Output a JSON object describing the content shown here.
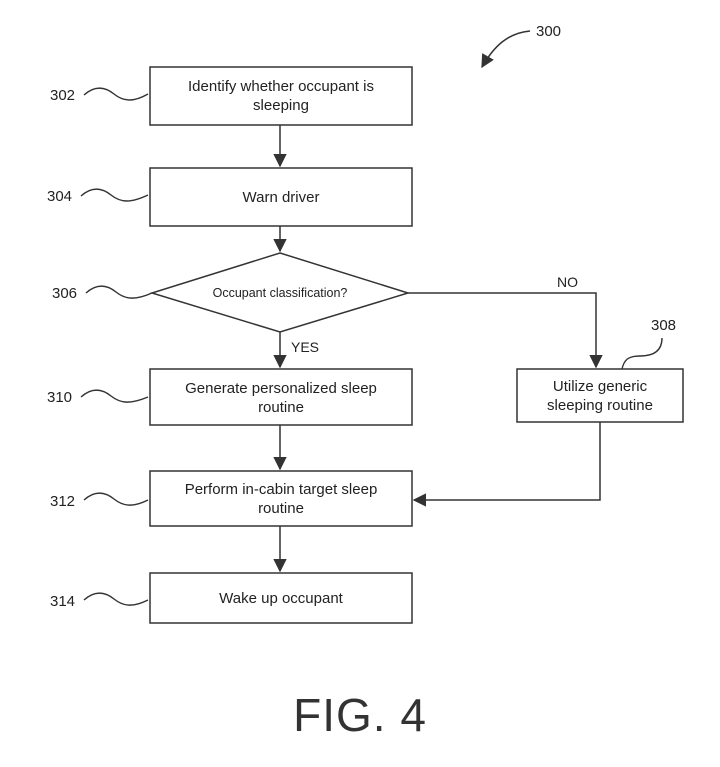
{
  "figure": {
    "reference": "300",
    "label": "FIG. 4"
  },
  "nodes": [
    {
      "id": "302",
      "ref": "302",
      "lines": [
        "Identify whether occupant is",
        "sleeping"
      ]
    },
    {
      "id": "304",
      "ref": "304",
      "lines": [
        "Warn driver"
      ]
    },
    {
      "id": "306",
      "ref": "306",
      "lines": [
        "Occupant classification?"
      ]
    },
    {
      "id": "308",
      "ref": "308",
      "lines": [
        "Utilize generic",
        "sleeping routine"
      ]
    },
    {
      "id": "310",
      "ref": "310",
      "lines": [
        "Generate personalized sleep",
        "routine"
      ]
    },
    {
      "id": "312",
      "ref": "312",
      "lines": [
        "Perform in-cabin target sleep",
        "routine"
      ]
    },
    {
      "id": "314",
      "ref": "314",
      "lines": [
        "Wake up occupant"
      ]
    }
  ],
  "edge_labels": {
    "yes": "YES",
    "no": "NO"
  },
  "colors": {
    "stroke": "#333333",
    "text": "#222222"
  }
}
